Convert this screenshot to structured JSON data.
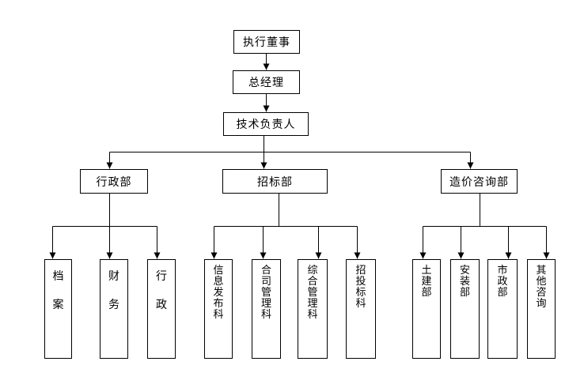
{
  "org": {
    "root": {
      "label": "执行董事",
      "child": {
        "label": "总经理",
        "child": {
          "label": "技术负责人",
          "departments": [
            {
              "label": "行政部",
              "sections": [
                "档案",
                "财务",
                "行政"
              ]
            },
            {
              "label": "招标部",
              "sections": [
                "信息发布科",
                "合司管理科",
                "综合管理科",
                "招投标科"
              ]
            },
            {
              "label": "造价咨询部",
              "sections": [
                "土建部",
                "安装部",
                "市政部",
                "其他咨询"
              ]
            }
          ]
        }
      }
    }
  },
  "colors": {
    "line": "#000000",
    "box_border": "#000000",
    "background": "#ffffff",
    "text": "#000000"
  }
}
